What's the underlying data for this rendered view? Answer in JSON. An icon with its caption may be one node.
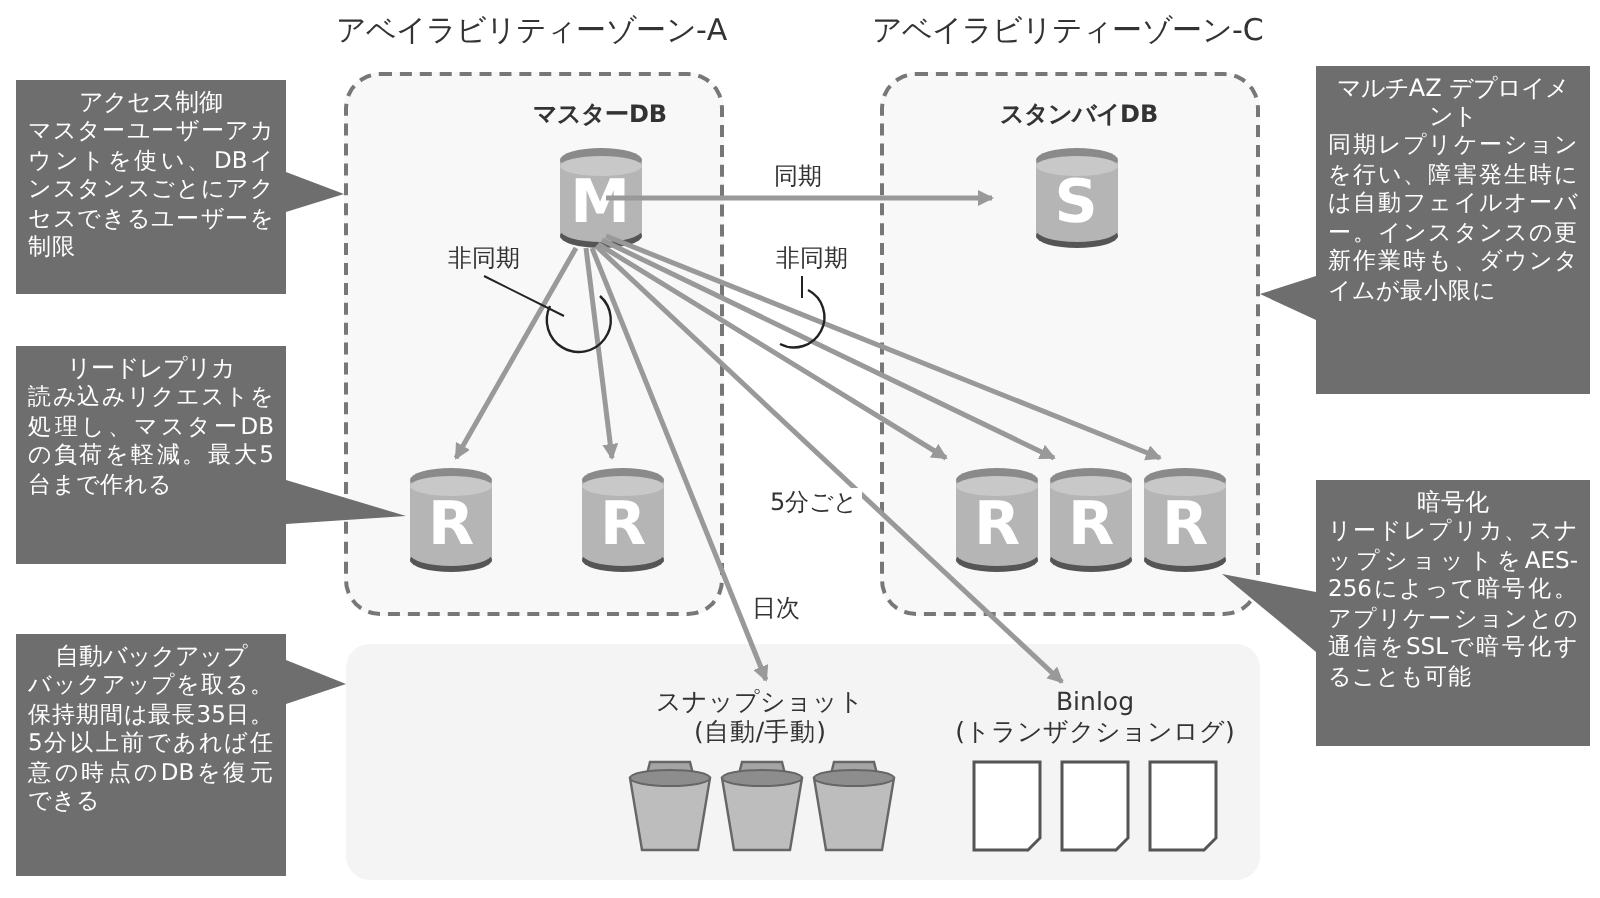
{
  "diagram": {
    "nodes": [
      {
        "text": [
          "アベイラビリティーゾーン-A"
        ]
      },
      {
        "text": [
          "マスターDB",
          "M"
        ],
        "in": 0
      },
      {
        "text": [
          "R"
        ],
        "in": 0
      },
      {
        "text": [
          "R"
        ],
        "in": 0
      },
      {
        "text": [
          "アベイラビリティーゾーン-C"
        ]
      },
      {
        "text": [
          "スタンバイDB",
          "S"
        ],
        "in": 4
      },
      {
        "text": [
          "R"
        ],
        "in": 4
      },
      {
        "text": [
          "R"
        ],
        "in": 4
      },
      {
        "text": [
          "R"
        ],
        "in": 4
      },
      {
        "text": [],
        "shape": "box"
      },
      {
        "text": [
          "スナップショット (自動/手動)"
        ],
        "in": 9
      },
      {
        "text": [
          "Binlog (トランザクションログ)"
        ],
        "in": 9
      },
      {
        "text": [
          "アクセス制御",
          "マスターユーザーアカウントを使い、DBインスタンスごとにアクセスできるユーザーを制限"
        ]
      },
      {
        "text": [
          "リードレプリカ",
          "読み込みリクエストを処理し、マスターDBの負荷を軽減。最大5台まで作れる"
        ]
      },
      {
        "text": [
          "自動バックアップ",
          "バックアップを取る。保持期間は最長35日。5分以上前であれば任意の時点のDBを復元できる"
        ]
      },
      {
        "text": [
          "マルチAZ デプロイメント",
          "同期レプリケーションを行い、障害発生時には自動フェイルオーバー。インスタンスの更新作業時も、ダウンタイムが最小限に"
        ]
      },
      {
        "text": [
          "暗号化",
          "リードレプリカ、スナップショットをAES-256によって暗号化。アプリケーションとの通信をSSLで暗号化することも可能"
        ]
      }
    ],
    "edges": [
      {
        "from": 1,
        "to": 5,
        "arrow": "to",
        "label": "同期"
      },
      {
        "from": 1,
        "to": 2,
        "arrow": "to"
      },
      {
        "from": 1,
        "to": 3,
        "arrow": "to"
      },
      {
        "from": 1,
        "to": 6,
        "arrow": "to"
      },
      {
        "from": 1,
        "to": 7,
        "arrow": "to"
      },
      {
        "from": 1,
        "to": 8,
        "arrow": "to"
      },
      {
        "from": 1,
        "to": 10,
        "arrow": "to",
        "label": "日次"
      },
      {
        "from": 1,
        "to": 11,
        "arrow": "to",
        "label": "5分ごと"
      },
      {
        "from": 12,
        "to": 0,
        "arrow": "to"
      },
      {
        "from": 13,
        "to": 2,
        "arrow": "to"
      },
      {
        "from": 14,
        "to": 9,
        "arrow": "to"
      },
      {
        "from": 15,
        "to": 4,
        "arrow": "to"
      },
      {
        "from": 16,
        "to": 8,
        "arrow": "to"
      }
    ],
    "labels": [
      "非同期",
      "非同期"
    ]
  }
}
